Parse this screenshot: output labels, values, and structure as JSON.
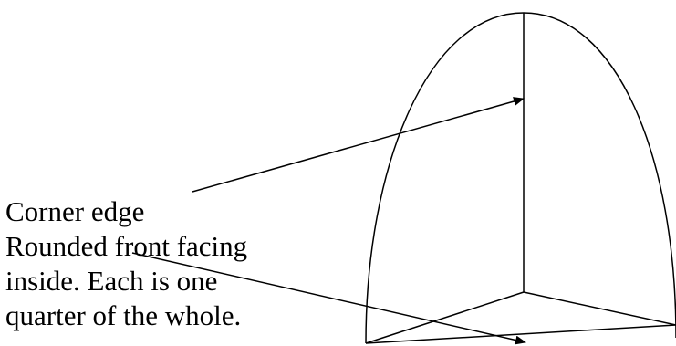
{
  "caption": {
    "line1": "Corner edge",
    "line2": "Rounded front facing",
    "line3": "inside. Each is one",
    "line4": "quarter of the whole."
  },
  "colors": {
    "stroke": "#000000",
    "background": "#ffffff"
  }
}
